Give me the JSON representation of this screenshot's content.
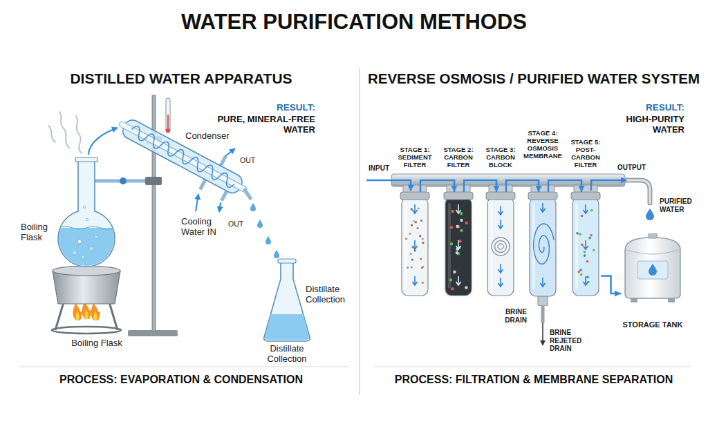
{
  "diagram": {
    "title": "WATER PURIFICATION METHODS",
    "nodes": [
      {
        "text": [
          "STAGE 1: SEDIMENT FILTER"
        ]
      },
      {
        "text": [
          "STAGE 2: CARBON FILTER"
        ]
      },
      {
        "text": [
          "STAGE 3: CARBON BLOCK"
        ]
      },
      {
        "text": [
          "STAGE 4: REVERSE OSMOSIS MEMBRANE"
        ]
      },
      {
        "text": [
          "STAGE 5: POST-CARBON FILTER"
        ]
      },
      {
        "text": [
          "STORAGE TANK"
        ]
      }
    ],
    "edges": [
      {
        "from": 0,
        "to": 1,
        "arrow": "to"
      },
      {
        "from": 1,
        "to": 2,
        "arrow": "to"
      },
      {
        "from": 2,
        "to": 3,
        "arrow": "to"
      },
      {
        "from": 3,
        "to": 4,
        "arrow": "to"
      },
      {
        "from": 4,
        "to": 5,
        "arrow": "to"
      }
    ],
    "labels": [
      "DISTILLED WATER APPARATUS",
      "REVERSE OSMOSIS / PURIFIED WATER SYSTEM",
      "RESULT:",
      "PURE, MINERAL-FREE WATER",
      "Condenser",
      "OUT",
      "Boiling Flask",
      "Cooling Water IN",
      "OUT",
      "Distillate Collection",
      "Boiling Flask",
      "Distillate Collection",
      "PROCESS: EVAPORATION & CONDENSATION",
      "INPUT",
      "OUTPUT",
      "RESULT:",
      "HIGH-PURITY WATER",
      "PURIFIED WATER",
      "BRINE DRAIN",
      "BRINE REJETED DRAIN",
      "PROCESS: FILTRATION & MEMBRANE SEPARATION"
    ]
  }
}
